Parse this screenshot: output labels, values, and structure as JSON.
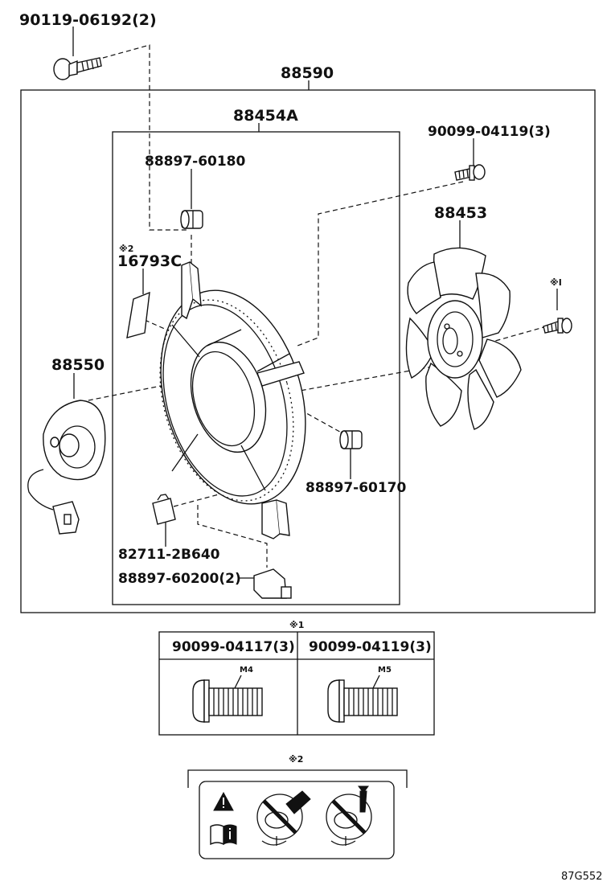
{
  "parts": {
    "bolt_top": "90119-06192(2)",
    "assembly": "88590",
    "shroud": "88454A",
    "screw": "90099-04119(3)",
    "cushion_top": "88897-60180",
    "label_note": "※2",
    "label_part": "16793C",
    "fan": "88453",
    "motor": "88550",
    "note1_marker": "※I",
    "cushion_side": "88897-60170",
    "connector": "82711-2B640",
    "clip": "88897-60200(2)"
  },
  "table1": {
    "marker": "※1",
    "col1_part": "90099-04117(3)",
    "col2_part": "90099-04119(3)",
    "col1_size": "M4",
    "col2_size": "M5"
  },
  "table2": {
    "marker": "※2"
  },
  "footer": {
    "code": "87G552"
  }
}
